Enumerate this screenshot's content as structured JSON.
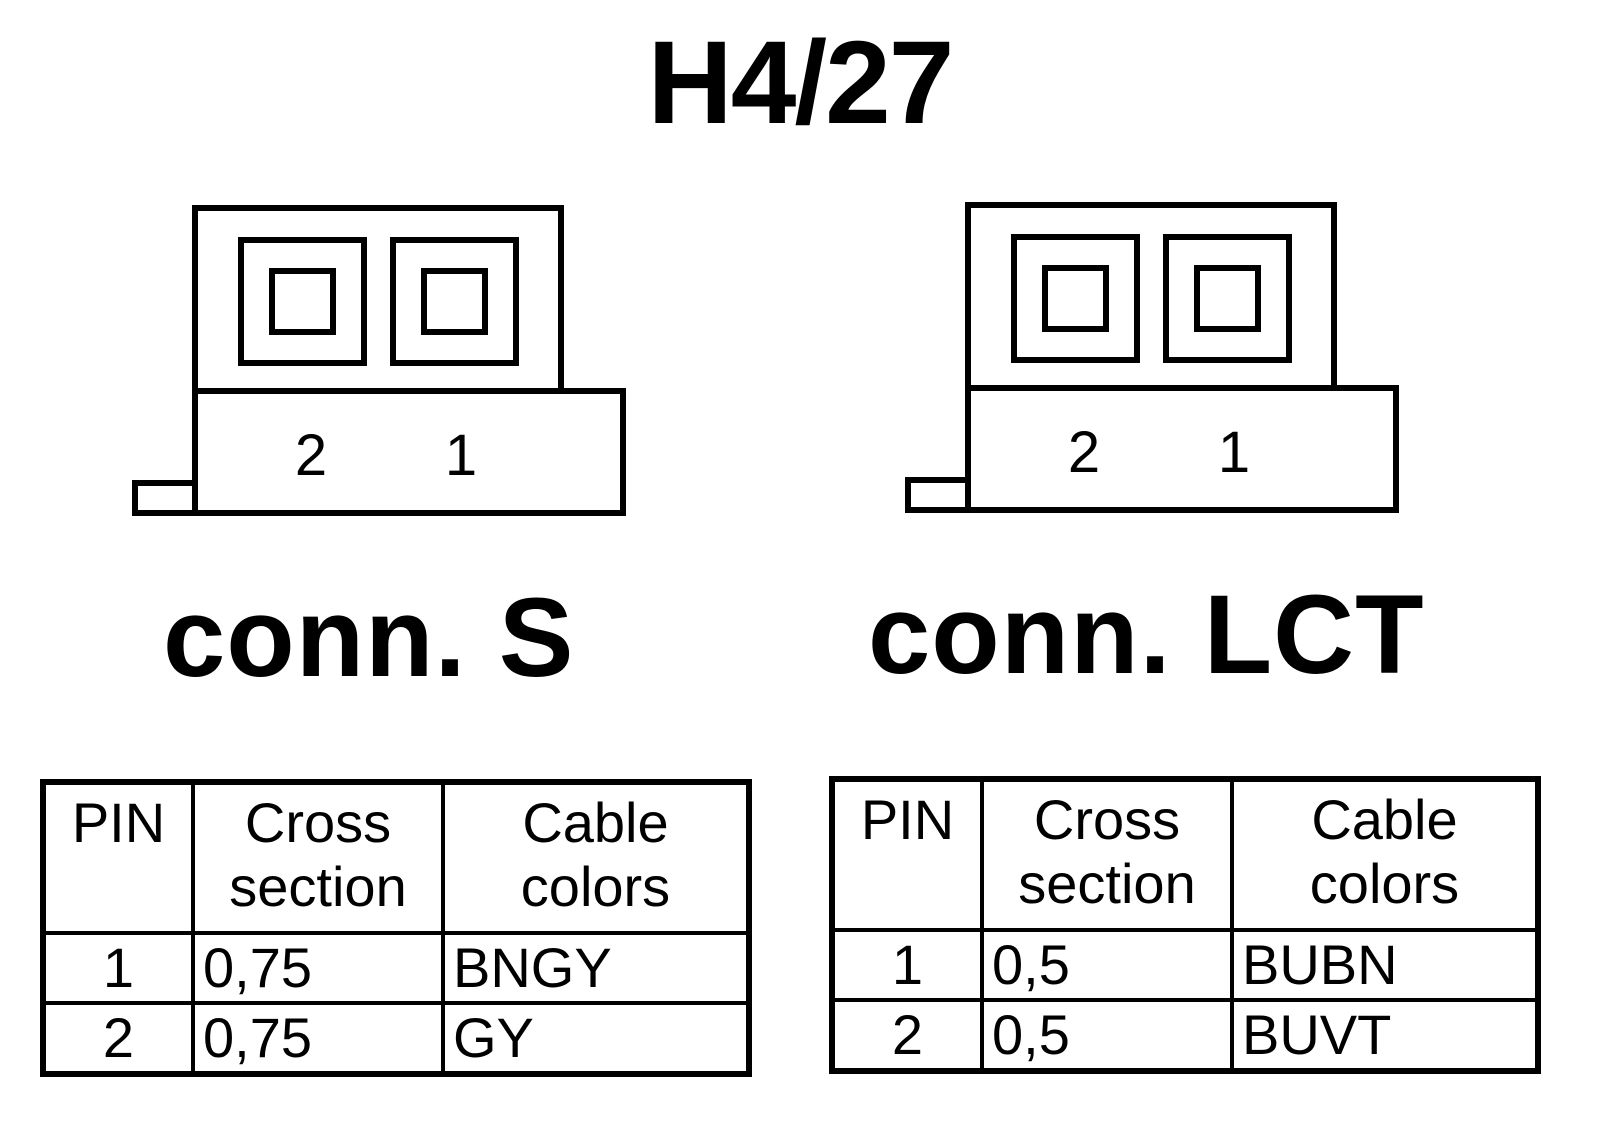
{
  "title": "H4/27",
  "connectors": [
    {
      "label": "conn. S",
      "pins_drawn": [
        "2",
        "1"
      ],
      "table": {
        "headers": {
          "pin": "PIN",
          "cross_line1": "Cross",
          "cross_line2": "section",
          "color_line1": "Cable",
          "color_line2": "colors"
        },
        "rows": [
          {
            "pin": "1",
            "cross_section": "0,75",
            "color": "BNGY"
          },
          {
            "pin": "2",
            "cross_section": "0,75",
            "color": "GY"
          }
        ]
      }
    },
    {
      "label": "conn. LCT",
      "pins_drawn": [
        "2",
        "1"
      ],
      "table": {
        "headers": {
          "pin": "PIN",
          "cross_line1": "Cross",
          "cross_line2": "section",
          "color_line1": "Cable",
          "color_line2": "colors"
        },
        "rows": [
          {
            "pin": "1",
            "cross_section": "0,5",
            "color": "BUBN"
          },
          {
            "pin": "2",
            "cross_section": "0,5",
            "color": "BUVT"
          }
        ]
      }
    }
  ]
}
